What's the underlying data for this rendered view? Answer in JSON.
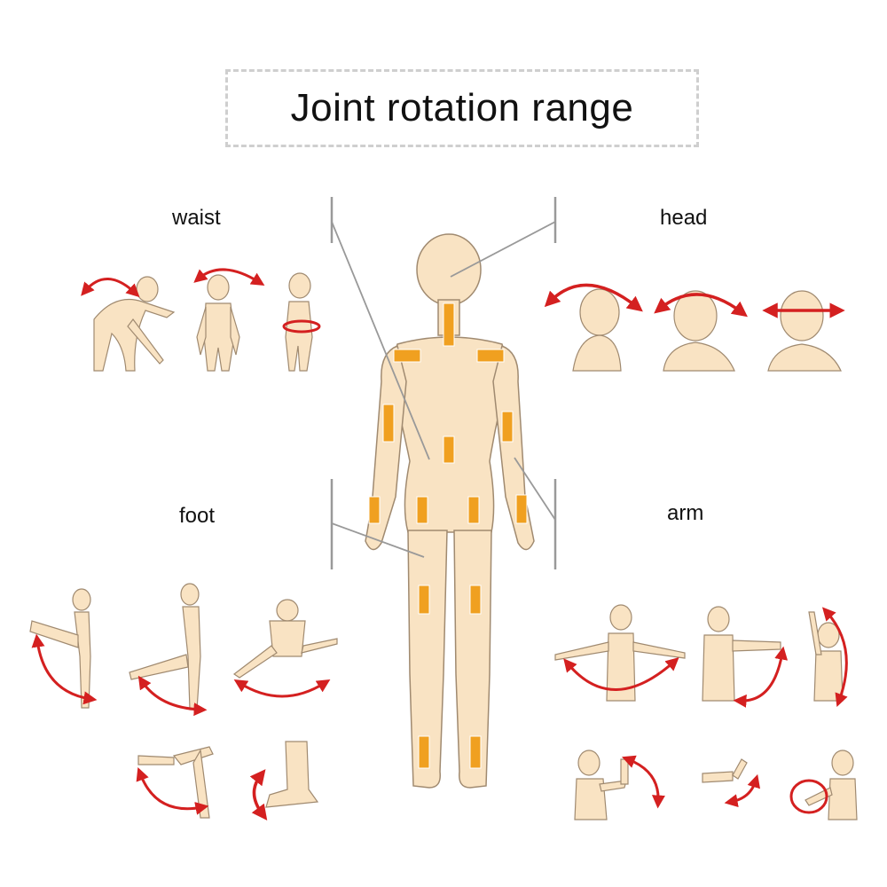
{
  "title": "Joint rotation range",
  "groups": {
    "waist": "waist",
    "head": "head",
    "foot": "foot",
    "arm": "arm"
  },
  "colors": {
    "skin": "#f9e3c3",
    "outline": "#a08a70",
    "joint": "#f0a020",
    "arrow": "#d42020",
    "bracket": "#999999"
  }
}
